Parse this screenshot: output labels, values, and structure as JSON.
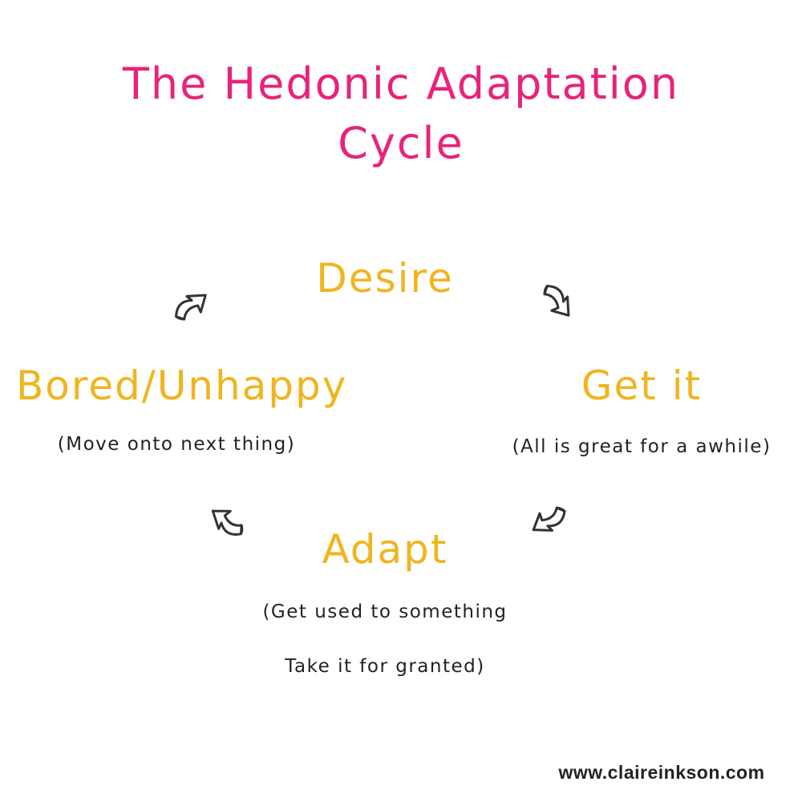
{
  "title": {
    "line1": "The Hedonic Adaptation",
    "line2": "Cycle"
  },
  "stages": {
    "desire": {
      "label": "Desire"
    },
    "get_it": {
      "label": "Get it",
      "note": "(All is great for a awhile)"
    },
    "adapt": {
      "label": "Adapt",
      "note_line1": "(Get used to something",
      "note_line2": "Take it for granted)"
    },
    "bored": {
      "label": "Bored/Unhappy",
      "note": "(Move onto next thing)"
    }
  },
  "footer": {
    "url": "www.claireinkson.com"
  },
  "icons": {
    "arrow_desire_to_getit": "curved-arrow-icon",
    "arrow_getit_to_adapt": "curved-arrow-icon",
    "arrow_adapt_to_bored": "curved-arrow-icon",
    "arrow_bored_to_desire": "curved-arrow-icon"
  },
  "colors": {
    "title": "#e8237a",
    "stage": "#f0b51e",
    "note": "#222222",
    "arrow_stroke": "#333333",
    "background": "#ffffff"
  }
}
